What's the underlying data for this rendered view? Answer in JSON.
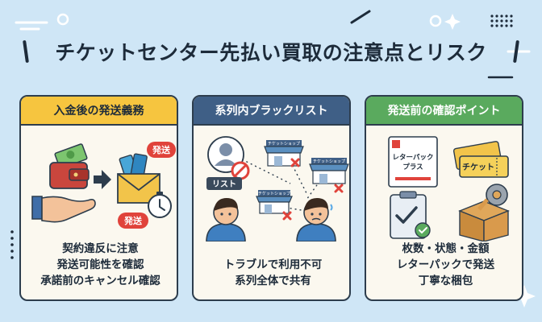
{
  "title": "チケットセンター先払い買取の注意点とリスク",
  "cards": [
    {
      "heading": "入金後の発送義務",
      "lines": [
        "契約違反に注意",
        "発送可能性を確認",
        "承諾前のキャンセル確認"
      ],
      "badges": [
        "発送",
        "発送"
      ],
      "icons": [
        "wallet-icon",
        "money-icon",
        "hand-icon",
        "arrow-right-icon",
        "envelope-tickets-icon",
        "clock-icon"
      ]
    },
    {
      "heading": "系列内ブラックリスト",
      "lines": [
        "トラブルで利用不可",
        "系列全体で共有"
      ],
      "list_badge": "リスト",
      "shop_label": "チケットショップ",
      "icons": [
        "user-banned-icon",
        "shop-icon",
        "person-icon",
        "worried-person-icon",
        "cross-mark-icon"
      ]
    },
    {
      "heading": "発送前の確認ポイント",
      "lines": [
        "枚数・状態・金額",
        "レターパックで発送",
        "丁寧な梱包"
      ],
      "letterpack_label": [
        "レターパック",
        "プラス"
      ],
      "ticket_label": "チケット",
      "icons": [
        "letterpack-icon",
        "ticket-icon",
        "checklist-icon",
        "package-tape-icon"
      ]
    }
  ],
  "colors": {
    "background": "#cfe6f6",
    "card_yellow": "#f6c53f",
    "card_navy": "#3f5f86",
    "card_green": "#5aaa5e",
    "badge_red": "#e0433b"
  }
}
